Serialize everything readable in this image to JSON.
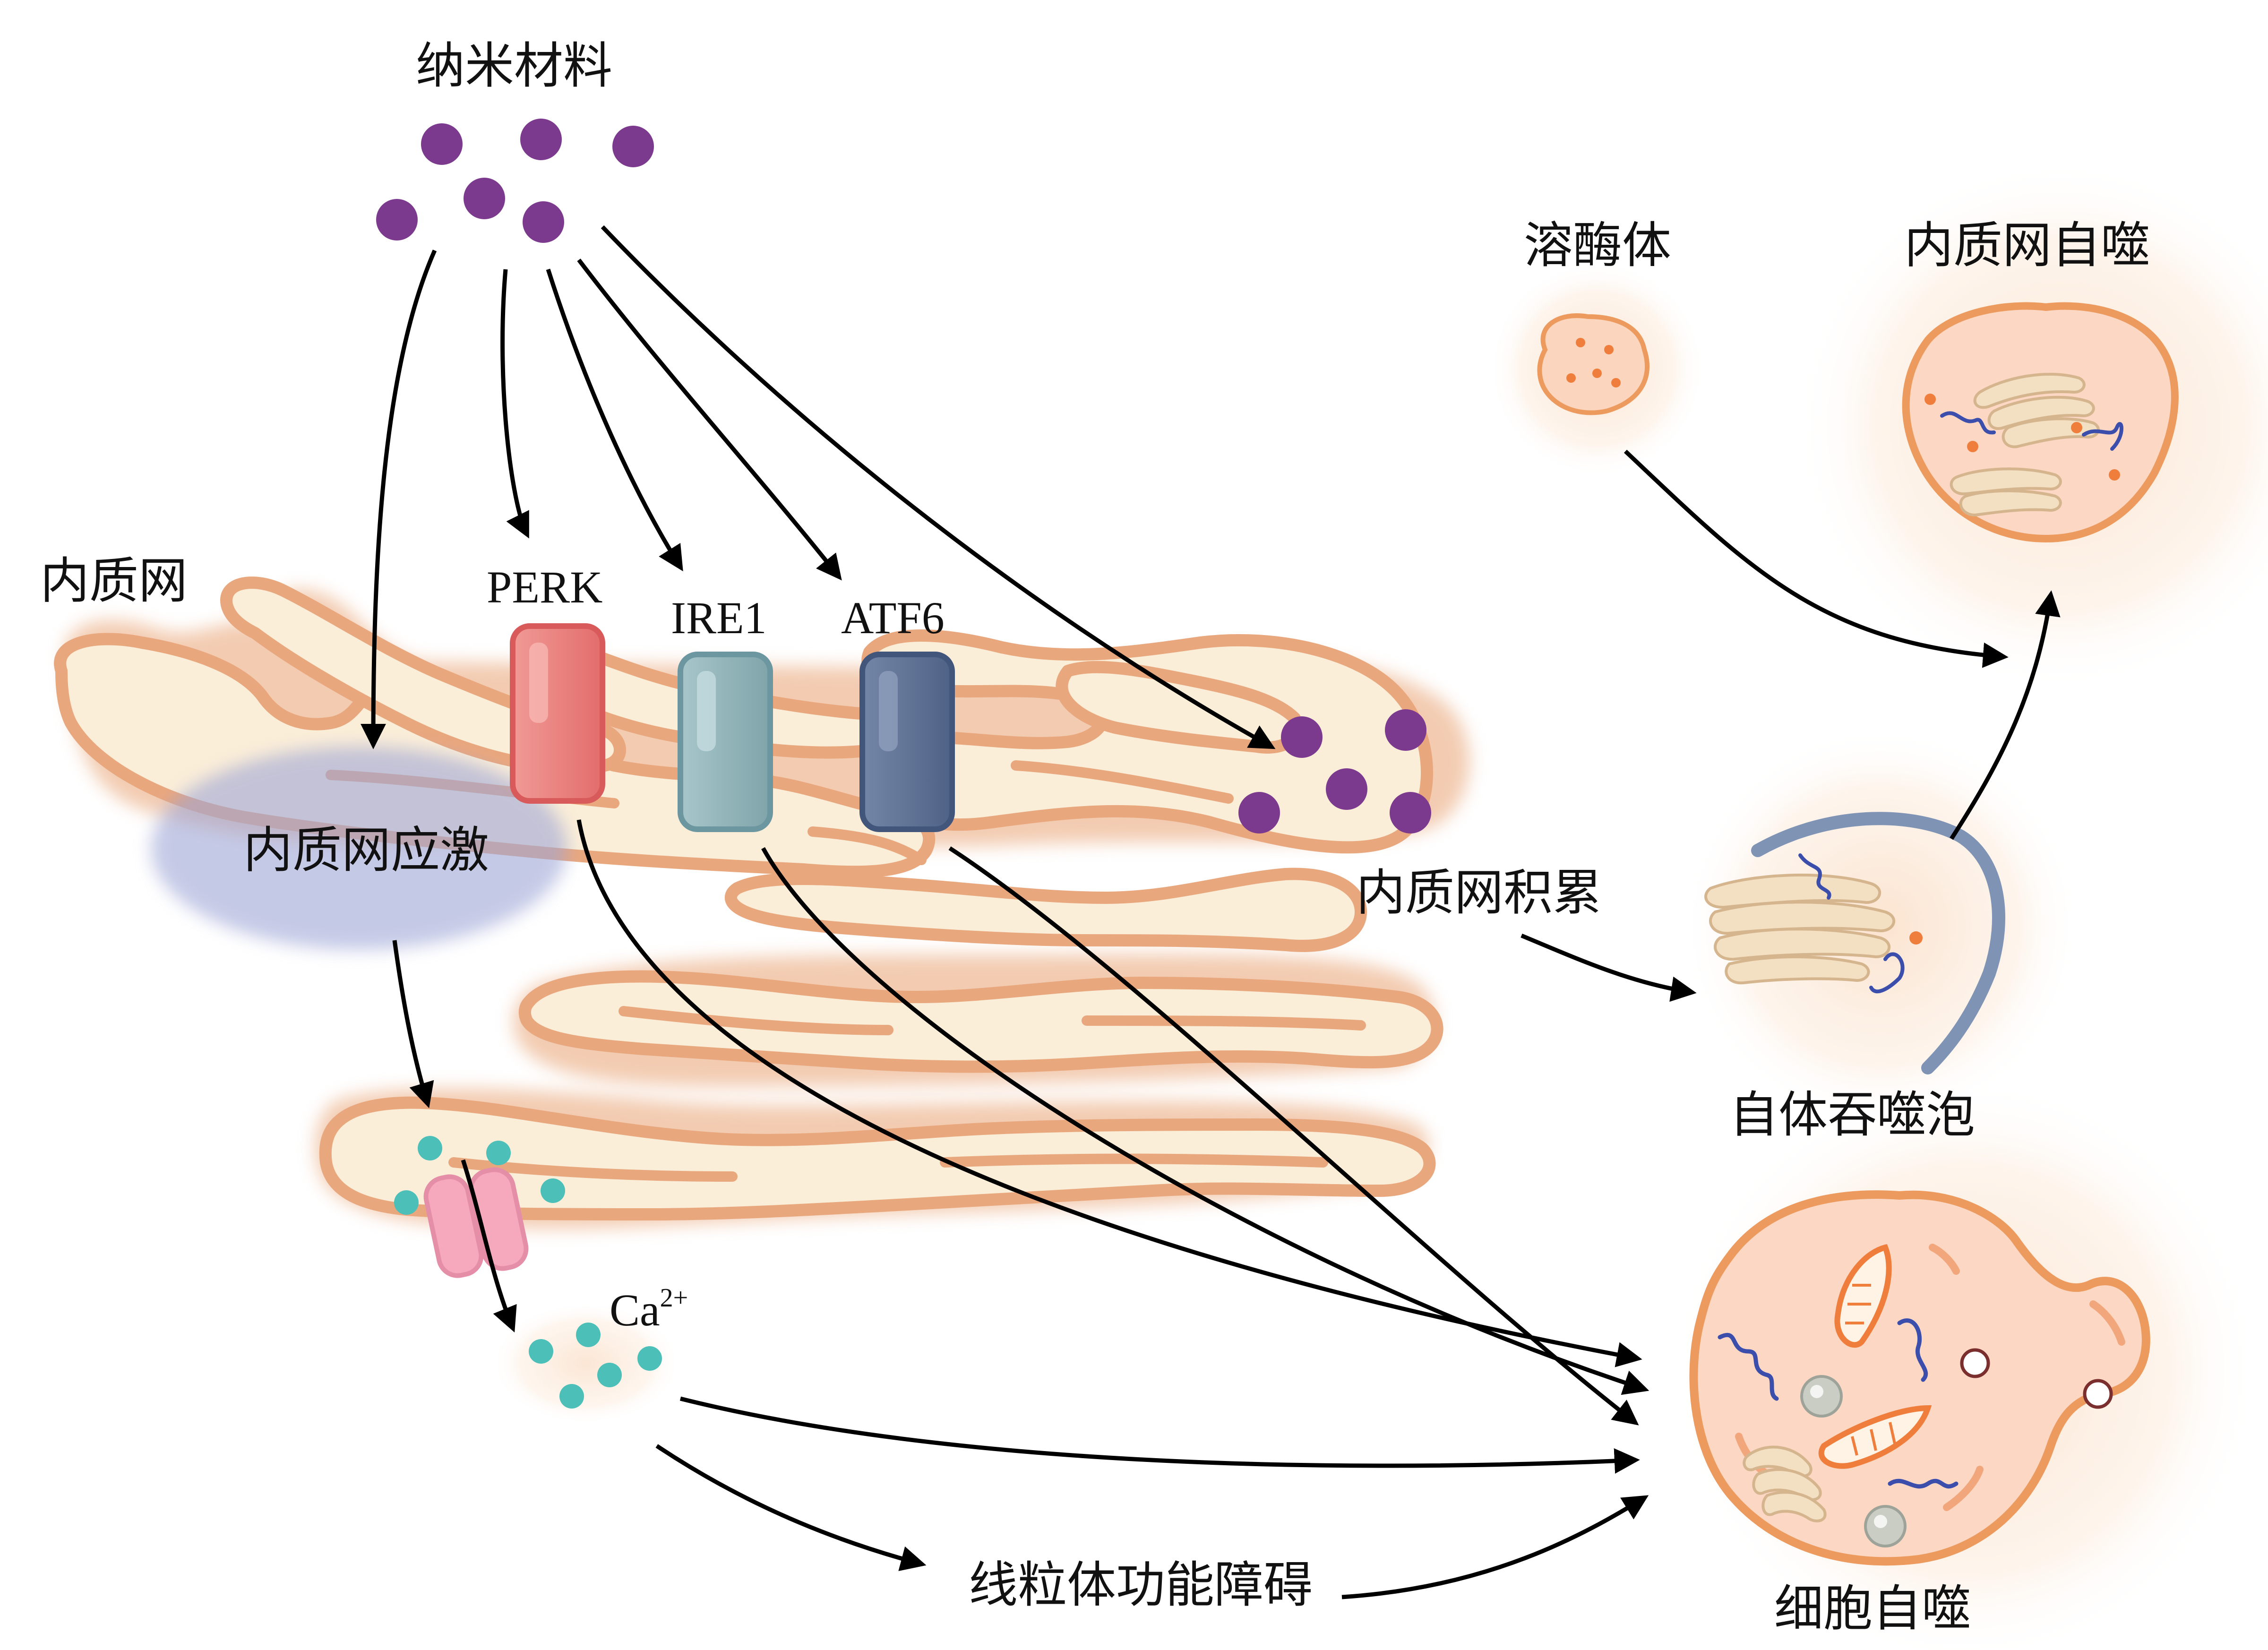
{
  "labels": {
    "nanomaterial": "纳米材料",
    "er": "内质网",
    "perk": "PERK",
    "ire1": "IRE1",
    "atf6": "ATF6",
    "er_stress": "内质网应激",
    "er_accumulation": "内质网积累",
    "lysosome": "溶酶体",
    "er_autophagy": "内质网自噬",
    "autophagosome": "自体吞噬泡",
    "calcium": "Ca",
    "calcium_charge": "2+",
    "mito_dysfunction": "线粒体功能障碍",
    "cell_autophagy": "细胞自噬"
  },
  "colors": {
    "nanoparticle": "#7b3a8e",
    "er_outline": "#e9a77e",
    "er_fill": "#fbeed8",
    "perk": "#ea7a78",
    "ire1": "#8fb3b8",
    "atf6": "#5d7090",
    "stress_zone": "#9ea6d6",
    "calcium": "#4cc0b8",
    "cell_outline": "#ec9a5e",
    "cell_fill": "#fcd7c4",
    "autophagosome_membrane": "#7f93b5",
    "dna": "#3c4eab",
    "dot": "#ef7d3b"
  }
}
